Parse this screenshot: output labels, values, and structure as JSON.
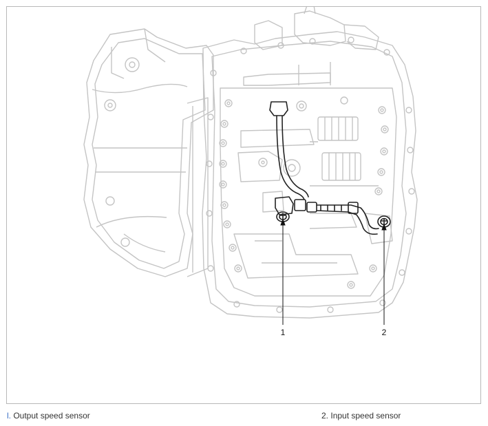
{
  "callouts": [
    {
      "id": "1",
      "label": "1"
    },
    {
      "id": "2",
      "label": "2"
    }
  ],
  "legend": [
    {
      "number": "l.",
      "text": "Output speed sensor"
    },
    {
      "number": "2.",
      "text": "Input speed sensor"
    }
  ],
  "colors": {
    "outline_light": "#c4c4c4",
    "outline_dark": "#222222",
    "frame": "#b8b8b8",
    "legend_text": "#333333",
    "legend_number_accent": "#3a6fc4"
  }
}
